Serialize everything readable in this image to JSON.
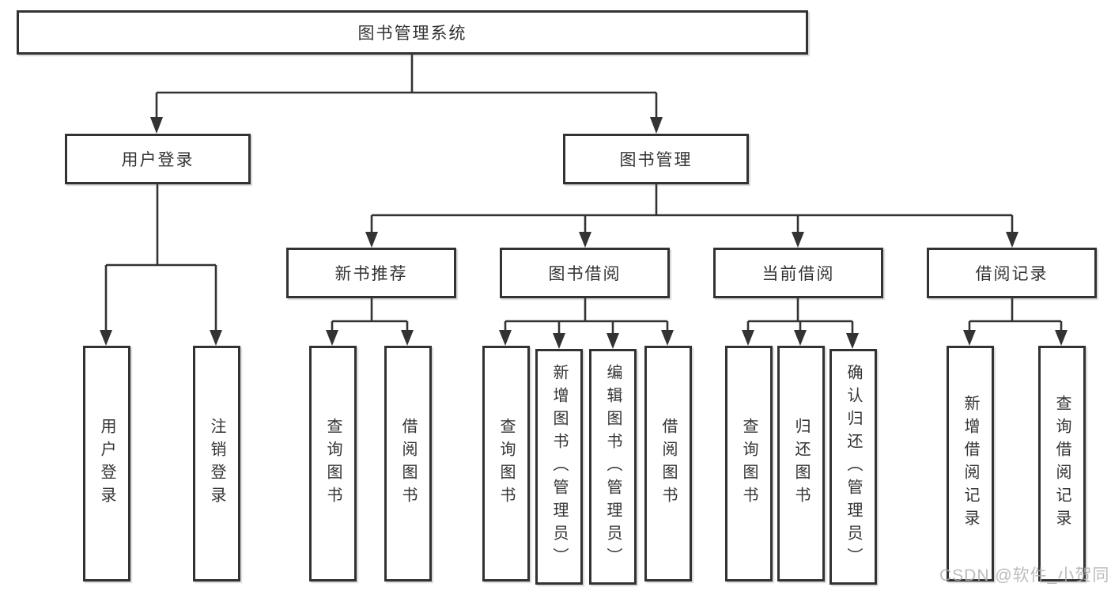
{
  "diagram": {
    "root": {
      "label": "图书管理系统"
    },
    "level2": {
      "user_login": {
        "label": "用户登录"
      },
      "book_mgmt": {
        "label": "图书管理"
      }
    },
    "level3": {
      "new_book_rec": {
        "label": "新书推荐"
      },
      "book_borrow": {
        "label": "图书借阅"
      },
      "current_borrow": {
        "label": "当前借阅"
      },
      "borrow_records": {
        "label": "借阅记录"
      }
    },
    "leaves": {
      "user_login_leaf": {
        "label": "用户登录"
      },
      "logout": {
        "label": "注销登录"
      },
      "nb_query_books": {
        "label": "查询图书"
      },
      "nb_borrow_books": {
        "label": "借阅图书"
      },
      "bb_query_books": {
        "label": "查询图书"
      },
      "bb_add_books": {
        "label": "新增图书（管理员）"
      },
      "bb_edit_books": {
        "label": "编辑图书（管理员）"
      },
      "bb_borrow_books": {
        "label": "借阅图书"
      },
      "cb_query_books": {
        "label": "查询图书"
      },
      "cb_return_books": {
        "label": "归还图书"
      },
      "cb_confirm_return": {
        "label": "确认归还（管理员）"
      },
      "br_add_record": {
        "label": "新增借阅记录"
      },
      "br_query_record": {
        "label": "查询借阅记录"
      }
    }
  },
  "watermark": "CSDN @软件_小贺同学",
  "colors": {
    "line": "#333333",
    "text": "#333333",
    "watermark": "#b0b0b0",
    "background": "#ffffff"
  }
}
